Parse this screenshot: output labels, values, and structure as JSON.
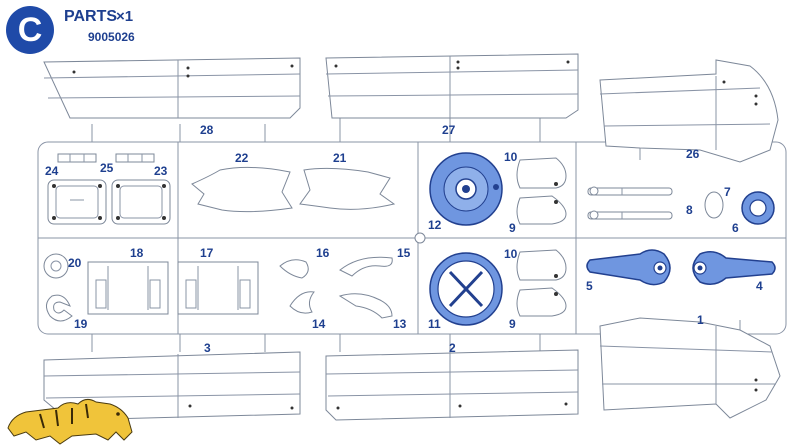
{
  "header": {
    "sprue_letter": "C",
    "title": "PARTS",
    "quantity": "×1",
    "part_number": "9005026"
  },
  "parts": {
    "p1": "1",
    "p2": "2",
    "p3": "3",
    "p4": "4",
    "p5": "5",
    "p6": "6",
    "p7": "7",
    "p8": "8",
    "p9a": "9",
    "p9b": "9",
    "p10a": "10",
    "p10b": "10",
    "p11": "11",
    "p12": "12",
    "p13": "13",
    "p14": "14",
    "p15": "15",
    "p16": "16",
    "p17": "17",
    "p18": "18",
    "p19": "19",
    "p20": "20",
    "p21": "21",
    "p22": "22",
    "p23": "23",
    "p24": "24",
    "p25": "25",
    "p26": "26",
    "p27": "27",
    "p28": "28"
  },
  "colors": {
    "accent": "#1f4aa8",
    "highlight": "#6f96e0",
    "outline": "#8a94a6"
  }
}
